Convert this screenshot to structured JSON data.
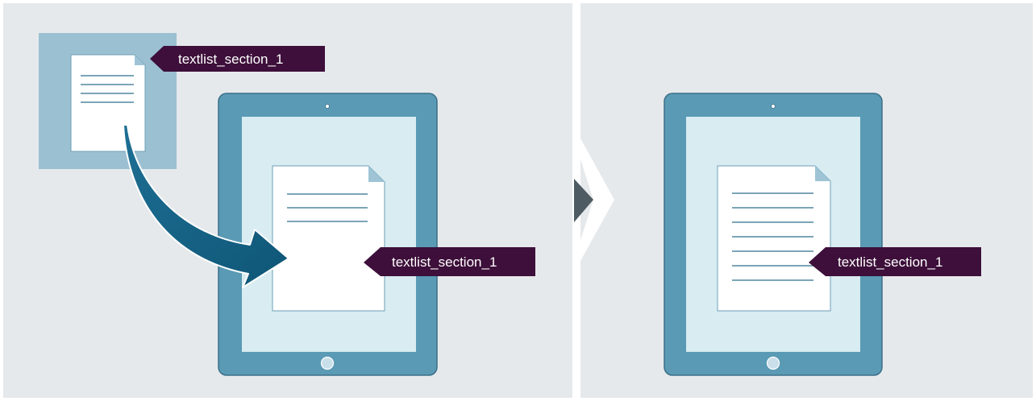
{
  "labels": {
    "source_tag": "textlist_section_1",
    "device_tag": "textlist_section_1",
    "result_tag": "textlist_section_1"
  },
  "colors": {
    "panel_bg": "#e6e9ec",
    "tablet_frame": "#5a9ab5",
    "tablet_frame_dark": "#3c7088",
    "screen": "#d8ecf1",
    "source_box": "#9bc0d2",
    "arrow": "#115d80",
    "tag_bg": "#3d0f3a",
    "chevron": "#4f5b62",
    "doc_line": "#2f6f8c"
  }
}
